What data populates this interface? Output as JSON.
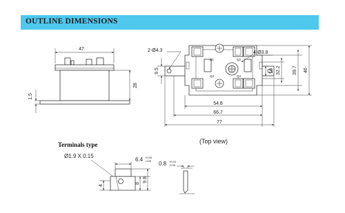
{
  "header": {
    "title": "OUTLINE DIMENSIONS",
    "color": "#4fc8ee"
  },
  "side_view": {
    "width": "47",
    "height": "28",
    "base": "1.5"
  },
  "top_view": {
    "caption": "(Top view)",
    "hole_left": "2-Ø4.3",
    "hole_right": "4-Ø3.8",
    "dims": {
      "d95": "9.5",
      "d548": "54.8",
      "d667": "66.7",
      "d77": "77",
      "d16": "16",
      "d322": "32.2",
      "d397": "39.7",
      "d46": "46"
    },
    "terminal_marks": {
      "q1": "Q1",
      "q2": "Q2",
      "q3": "Q3",
      "q4": "Q4"
    }
  },
  "terminals": {
    "title": "Terminals type",
    "pin_spec": "Ø1.9 X 0.15",
    "width_label": "6.4",
    "width_tol_plus": "+0.05",
    "width_tol_minus": "-0.05",
    "thick_label": "0.8",
    "thick_tol_plus": "+0.04",
    "thick_tol_minus": "-0.05",
    "d4": "4",
    "d8": "8",
    "d98": "9.8"
  }
}
